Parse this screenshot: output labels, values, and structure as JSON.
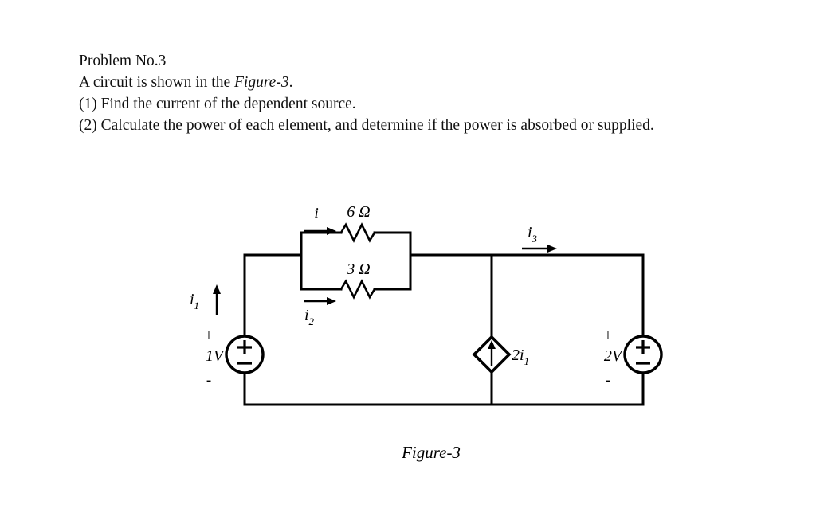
{
  "problem": {
    "lines": [
      "Problem No.3",
      "A circuit is shown in the Figure-3.",
      "(1) Find the current of the dependent source.",
      "(2) Calculate the power of each element, and determine if the power is absorbed or supplied."
    ],
    "title": "Problem No.3",
    "intro_prefix": "A circuit is shown in the ",
    "intro_italic": "Figure-3",
    "intro_suffix": ".",
    "task_1": "(1) Find the current of the dependent source.",
    "task_2": "(2) Calculate the power of each element, and determine if the power is absorbed or supplied."
  },
  "figure": {
    "caption": "Figure-3",
    "labels": {
      "current_i": "i",
      "current_i1_base": "i",
      "current_i1_sub": "1",
      "current_i2_base": "i",
      "current_i2_sub": "2",
      "current_i3_base": "i",
      "current_i3_sub": "3",
      "resistor_top": "6 Ω",
      "resistor_bottom": "3 Ω",
      "source_left": "1V",
      "source_right": "2V",
      "dependent_source_base": "2i",
      "dependent_source_sub": "1",
      "plus_left": "+",
      "minus_left": "-",
      "plus_right": "+",
      "minus_right": "-",
      "src_plus_glyph": "+",
      "src_minus_glyph": "−"
    },
    "colors": {
      "wire": "#000000",
      "background": "#ffffff",
      "text": "#000000"
    }
  }
}
